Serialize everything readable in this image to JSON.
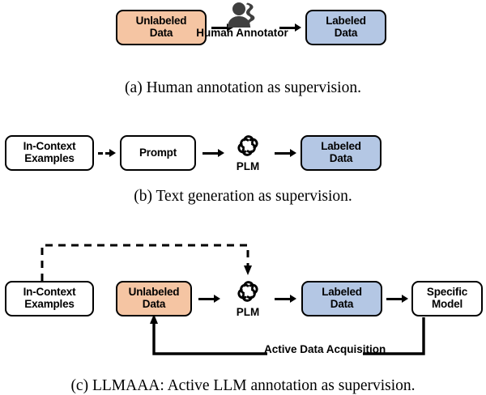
{
  "figure": {
    "panels": [
      {
        "id": "a",
        "caption": "(a)  Human annotation as supervision.",
        "nodes": [
          {
            "name": "unlabeled-data",
            "lines": [
              "Unlabeled",
              "Data"
            ],
            "fill": "#F5C5A3"
          },
          {
            "name": "human-annotator",
            "lines": [
              "Human",
              "Annotator"
            ],
            "fill": "none"
          },
          {
            "name": "labeled-data",
            "lines": [
              "Labeled",
              "Data"
            ],
            "fill": "#B4C7E4"
          }
        ],
        "icons": [
          {
            "name": "human-annotator-icon",
            "label": ""
          }
        ],
        "arrows": [
          {
            "name": "arrow-unlabeled-to-annotator",
            "style": "solid"
          },
          {
            "name": "arrow-annotator-to-labeled",
            "style": "solid"
          }
        ]
      },
      {
        "id": "b",
        "caption": "(b)  Text generation as supervision.",
        "nodes": [
          {
            "name": "in-context-examples",
            "lines": [
              "In-Context",
              "Examples"
            ],
            "fill": "none"
          },
          {
            "name": "prompt",
            "lines": [
              "Prompt"
            ],
            "fill": "none"
          },
          {
            "name": "labeled-data",
            "lines": [
              "Labeled",
              "Data"
            ],
            "fill": "#B4C7E4"
          }
        ],
        "icons": [
          {
            "name": "plm-icon",
            "label": "PLM"
          }
        ],
        "arrows": [
          {
            "name": "arrow-examples-to-prompt",
            "style": "dashed"
          },
          {
            "name": "arrow-prompt-to-plm",
            "style": "solid"
          },
          {
            "name": "arrow-plm-to-labeled",
            "style": "solid"
          }
        ]
      },
      {
        "id": "c",
        "caption": "(c)  LLMAAA: Active LLM annotation as supervision.",
        "nodes": [
          {
            "name": "in-context-examples",
            "lines": [
              "In-Context",
              "Examples"
            ],
            "fill": "none"
          },
          {
            "name": "unlabeled-data",
            "lines": [
              "Unlabeled",
              "Data"
            ],
            "fill": "#F5C5A3"
          },
          {
            "name": "labeled-data",
            "lines": [
              "Labeled",
              "Data"
            ],
            "fill": "#B4C7E4"
          },
          {
            "name": "specific-model",
            "lines": [
              "Specific",
              "Model"
            ],
            "fill": "none"
          }
        ],
        "icons": [
          {
            "name": "plm-icon",
            "label": "PLM"
          }
        ],
        "loop_label": [
          "Active Data",
          "Acquisition"
        ],
        "arrows": [
          {
            "name": "arrow-unlabeled-to-plm",
            "style": "solid"
          },
          {
            "name": "arrow-plm-to-labeled",
            "style": "solid"
          },
          {
            "name": "arrow-labeled-to-specific-model",
            "style": "solid"
          },
          {
            "name": "dashed-feedback-examples-to-plm",
            "style": "dashed"
          },
          {
            "name": "active-data-acquisition-loop",
            "style": "solid"
          }
        ]
      }
    ],
    "colors": {
      "peach": "#F5C5A3",
      "blue": "#B4C7E4",
      "outline": "#000000",
      "icon_gray": "#3F3F3F",
      "background": "#FFFFFF"
    },
    "labels": {
      "unlabeled_l1": "Unlabeled",
      "unlabeled_l2": "Data",
      "labeled_l1": "Labeled",
      "labeled_l2": "Data",
      "human_l1": "Human",
      "human_l2": "Annotator",
      "examples_l1": "In-Context",
      "examples_l2": "Examples",
      "prompt": "Prompt",
      "plm": "PLM",
      "specific_l1": "Specific",
      "specific_l2": "Model",
      "active_l1": "Active Data",
      "active_l2": "Acquisition",
      "caption_a": "(a)  Human annotation as supervision.",
      "caption_b": "(b)  Text generation as supervision.",
      "caption_c": "(c)  LLMAAA: Active LLM annotation as supervision."
    }
  }
}
